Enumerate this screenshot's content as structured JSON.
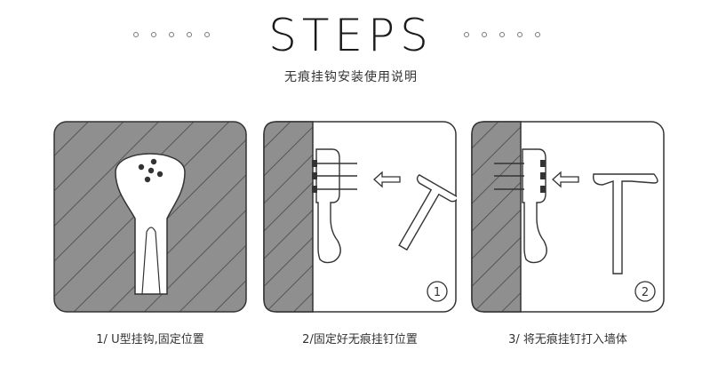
{
  "header": {
    "title": "STEPS",
    "subtitle": "无痕挂钩安装使用说明"
  },
  "steps": [
    {
      "caption": "1/ U型挂钩,固定位置"
    },
    {
      "caption": "2/固定好无痕挂钉位置",
      "badge": "1"
    },
    {
      "caption": "3/ 将无痕挂钉打入墙体",
      "badge": "2"
    }
  ],
  "colors": {
    "panel_bg": "#8c8c8c",
    "stroke": "#333333",
    "hatch": "#555555"
  }
}
